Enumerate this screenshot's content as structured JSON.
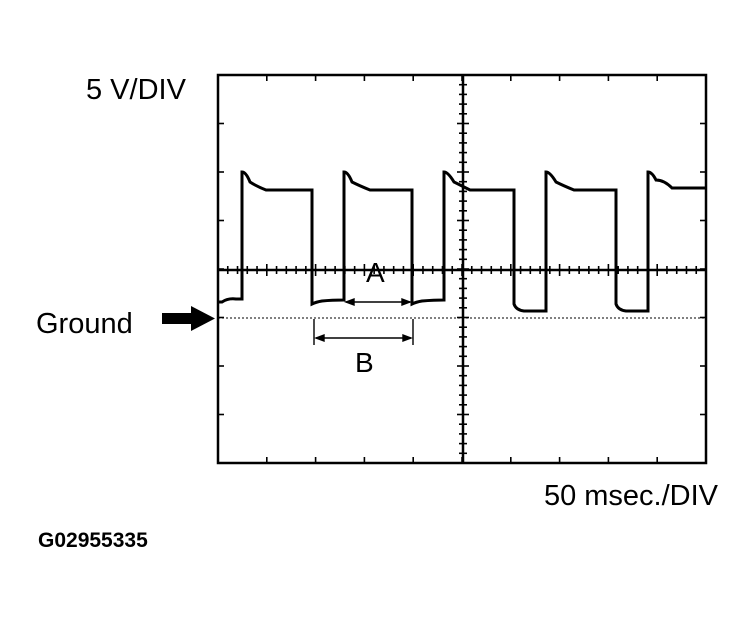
{
  "labels": {
    "volts_per_div": "5 V/DIV",
    "time_per_div": "50 msec./DIV",
    "ground": "Ground",
    "figure_id": "G02955335",
    "interval_a": "A",
    "interval_b": "B"
  },
  "colors": {
    "trace": "#000000",
    "grid": "#000000",
    "background": "#ffffff"
  }
}
